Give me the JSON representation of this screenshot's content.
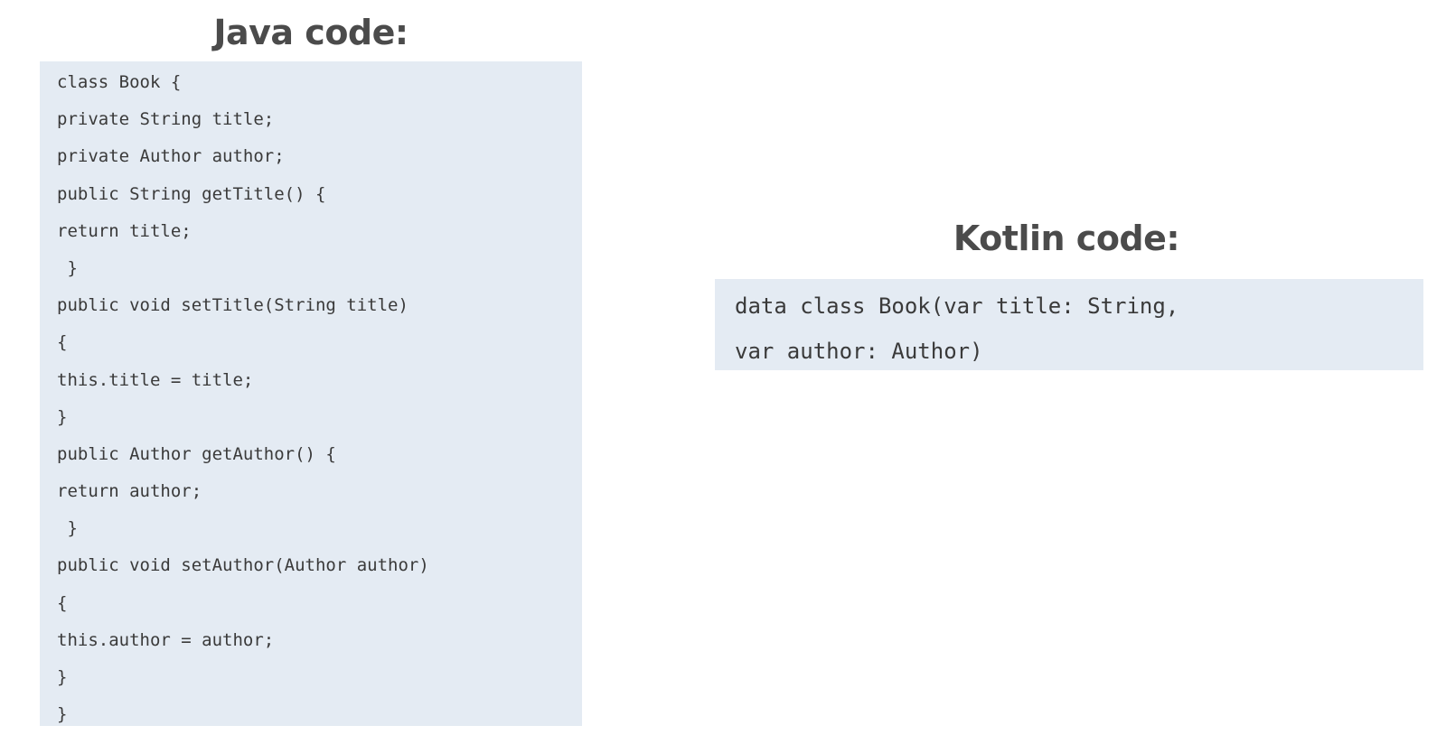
{
  "java": {
    "heading": "Java code:",
    "lines": [
      "class Book {",
      "private String title;",
      "private Author author;",
      "public String getTitle() {",
      "return title;",
      " }",
      "public void setTitle(String title)",
      "{",
      "this.title = title;",
      "}",
      "public Author getAuthor() {",
      "return author;",
      " }",
      "public void setAuthor(Author author)",
      "{",
      "this.author = author;",
      "}",
      "}"
    ]
  },
  "kotlin": {
    "heading": "Kotlin code:",
    "lines": [
      "data class Book(var title: String,",
      "var author: Author)"
    ]
  },
  "colors": {
    "panel_background": "#e4ebf3",
    "heading_text": "#4b4b4b",
    "code_text": "#3a3a3a"
  }
}
